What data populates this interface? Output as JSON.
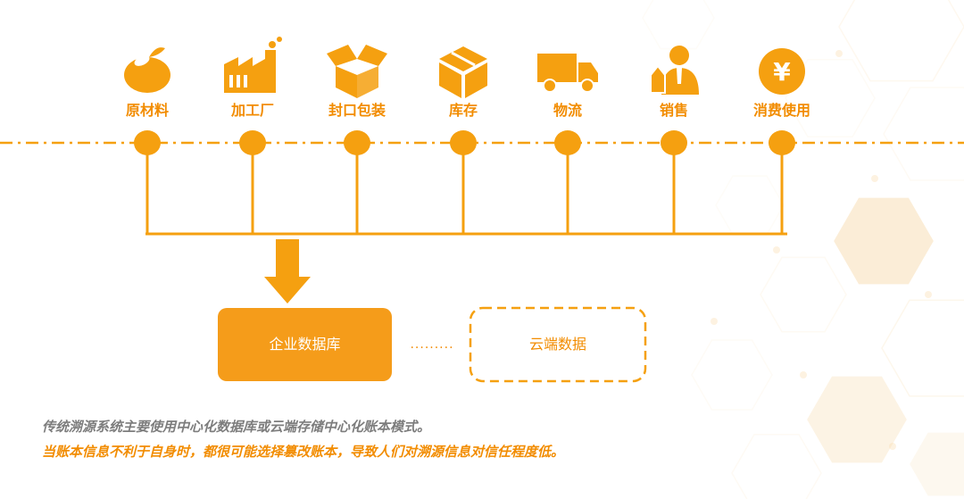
{
  "colors": {
    "accent": "#f5a010",
    "accent_dark": "#f28c00",
    "box_fill": "#f59c1a",
    "hex_pattern": "#f8d9a8",
    "caption_gray": "#7d7d7d"
  },
  "stages": [
    {
      "label": "原材料",
      "icon": "bean-icon"
    },
    {
      "label": "加工厂",
      "icon": "factory-icon"
    },
    {
      "label": "封口包装",
      "icon": "open-box-icon"
    },
    {
      "label": "库存",
      "icon": "package-icon"
    },
    {
      "label": "物流",
      "icon": "truck-icon"
    },
    {
      "label": "销售",
      "icon": "salesperson-icon"
    },
    {
      "label": "消费使用",
      "icon": "yen-coin-icon"
    }
  ],
  "storage": {
    "enterprise_db": "企业数据库",
    "connector": ".........",
    "cloud_data": "云端数据"
  },
  "captions": {
    "line1": "传统溯源系统主要使用中心化数据库或云端存储中心化账本模式。",
    "line2": "当账本信息不利于自身时，都很可能选择篡改账本，导致人们对溯源信息对信任程度低。"
  }
}
